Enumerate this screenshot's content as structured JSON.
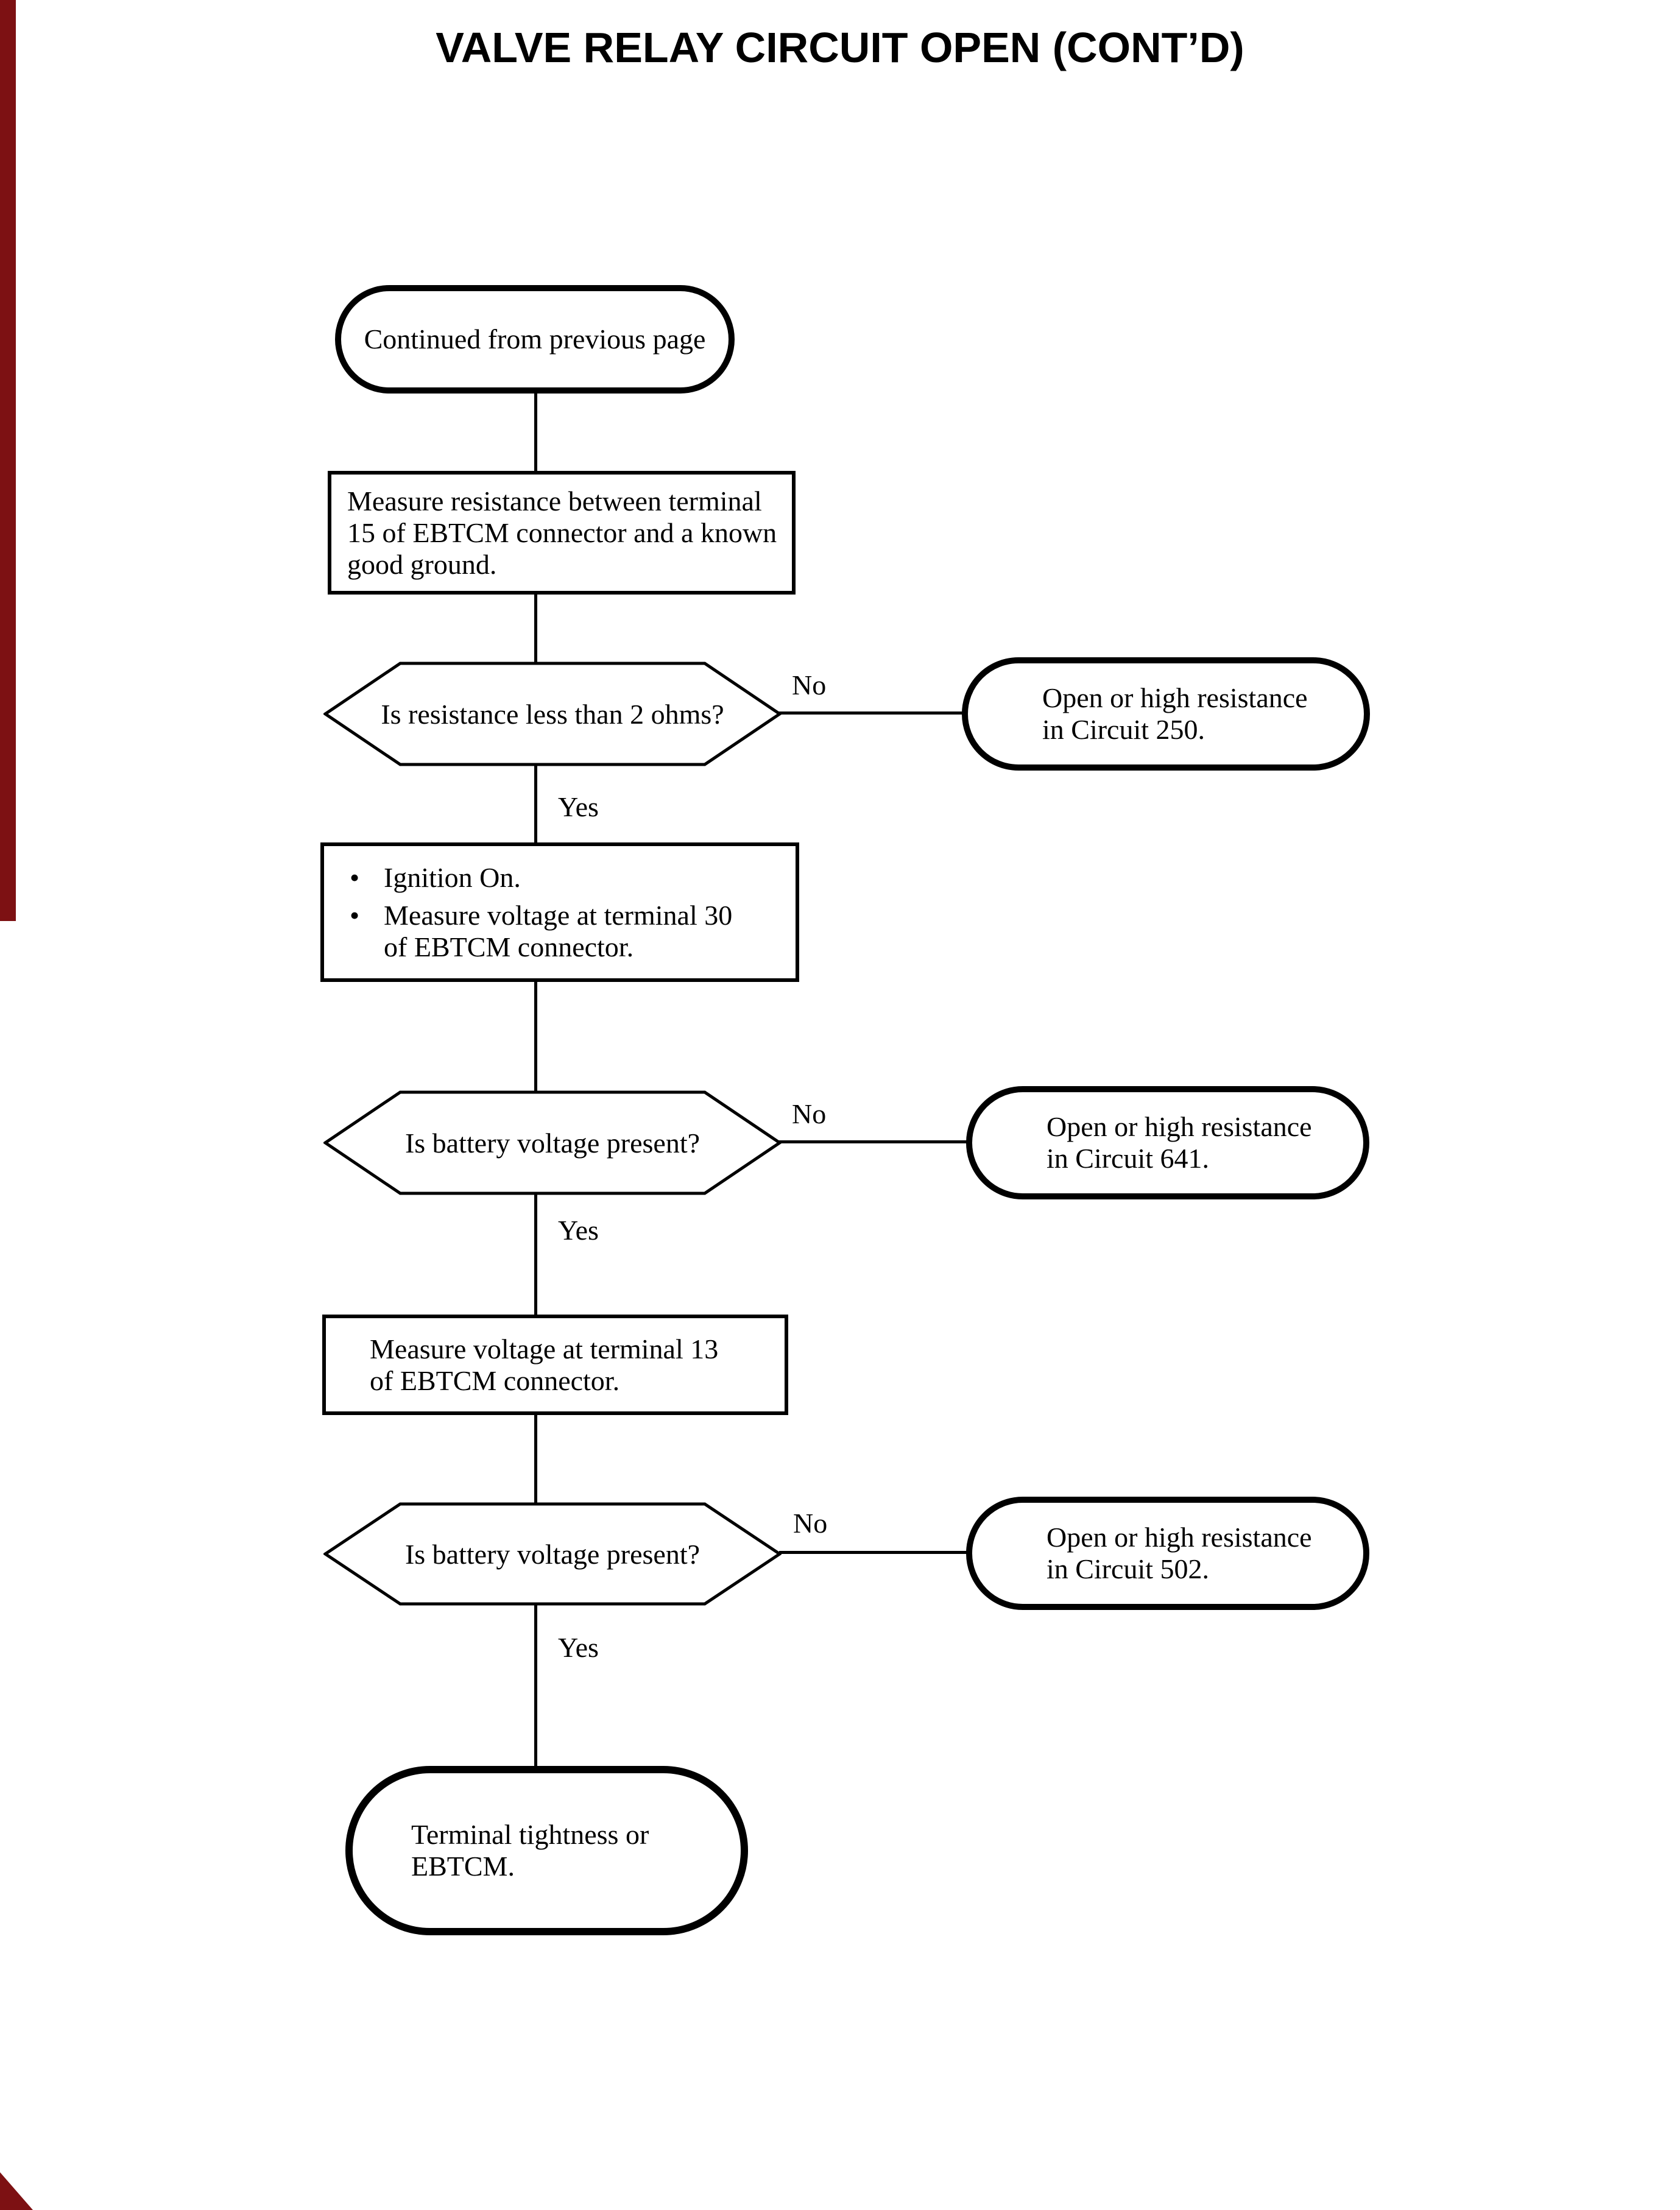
{
  "title": "VALVE RELAY CIRCUIT OPEN (CONT’D)",
  "labels": {
    "yes": "Yes",
    "no": "No",
    "bullet": "•"
  },
  "nodes": {
    "start": {
      "text": "Continued from previous page"
    },
    "step1": {
      "lines": [
        "Measure resistance between terminal",
        "15 of EBTCM connector and a known",
        "good ground."
      ]
    },
    "decision1": {
      "text": "Is resistance less than 2 ohms?"
    },
    "result1": {
      "lines": [
        "Open or high resistance",
        "in Circuit 250."
      ]
    },
    "step2": {
      "bullets": [
        [
          "Ignition On."
        ],
        [
          "Measure voltage at terminal 30",
          "of EBTCM connector."
        ]
      ]
    },
    "decision2": {
      "text": "Is battery voltage present?"
    },
    "result2": {
      "lines": [
        "Open or high resistance",
        "in Circuit 641."
      ]
    },
    "step3": {
      "lines": [
        "Measure voltage at terminal 13",
        "of EBTCM connector."
      ]
    },
    "decision3": {
      "text": "Is battery voltage present?"
    },
    "result3": {
      "lines": [
        "Open or high resistance",
        "in Circuit 502."
      ]
    },
    "end": {
      "lines": [
        "Terminal tightness or",
        "EBTCM."
      ]
    }
  },
  "colors": {
    "ink": "#000000",
    "paper": "#ffffff",
    "scan_red": "#7d1113"
  }
}
